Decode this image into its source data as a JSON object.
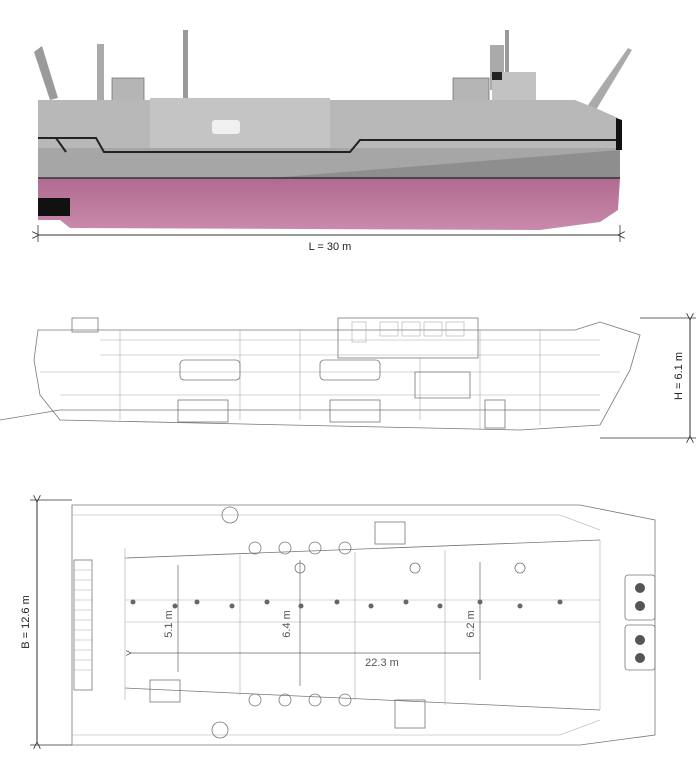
{
  "views": {
    "profile_render": {
      "dimension_label": "L = 30 m"
    },
    "side_elevation": {
      "dimension_label": "H = 6.1 m"
    },
    "plan_view": {
      "dimension_label": "B = 12.6 m",
      "internal_dimensions": [
        "5.1 m",
        "6.4 m",
        "6.2 m",
        "22.3 m"
      ]
    }
  },
  "colors": {
    "hull_upper": "#a9a9a9",
    "hull_lower": "#c07a9c",
    "line": "#777777"
  }
}
